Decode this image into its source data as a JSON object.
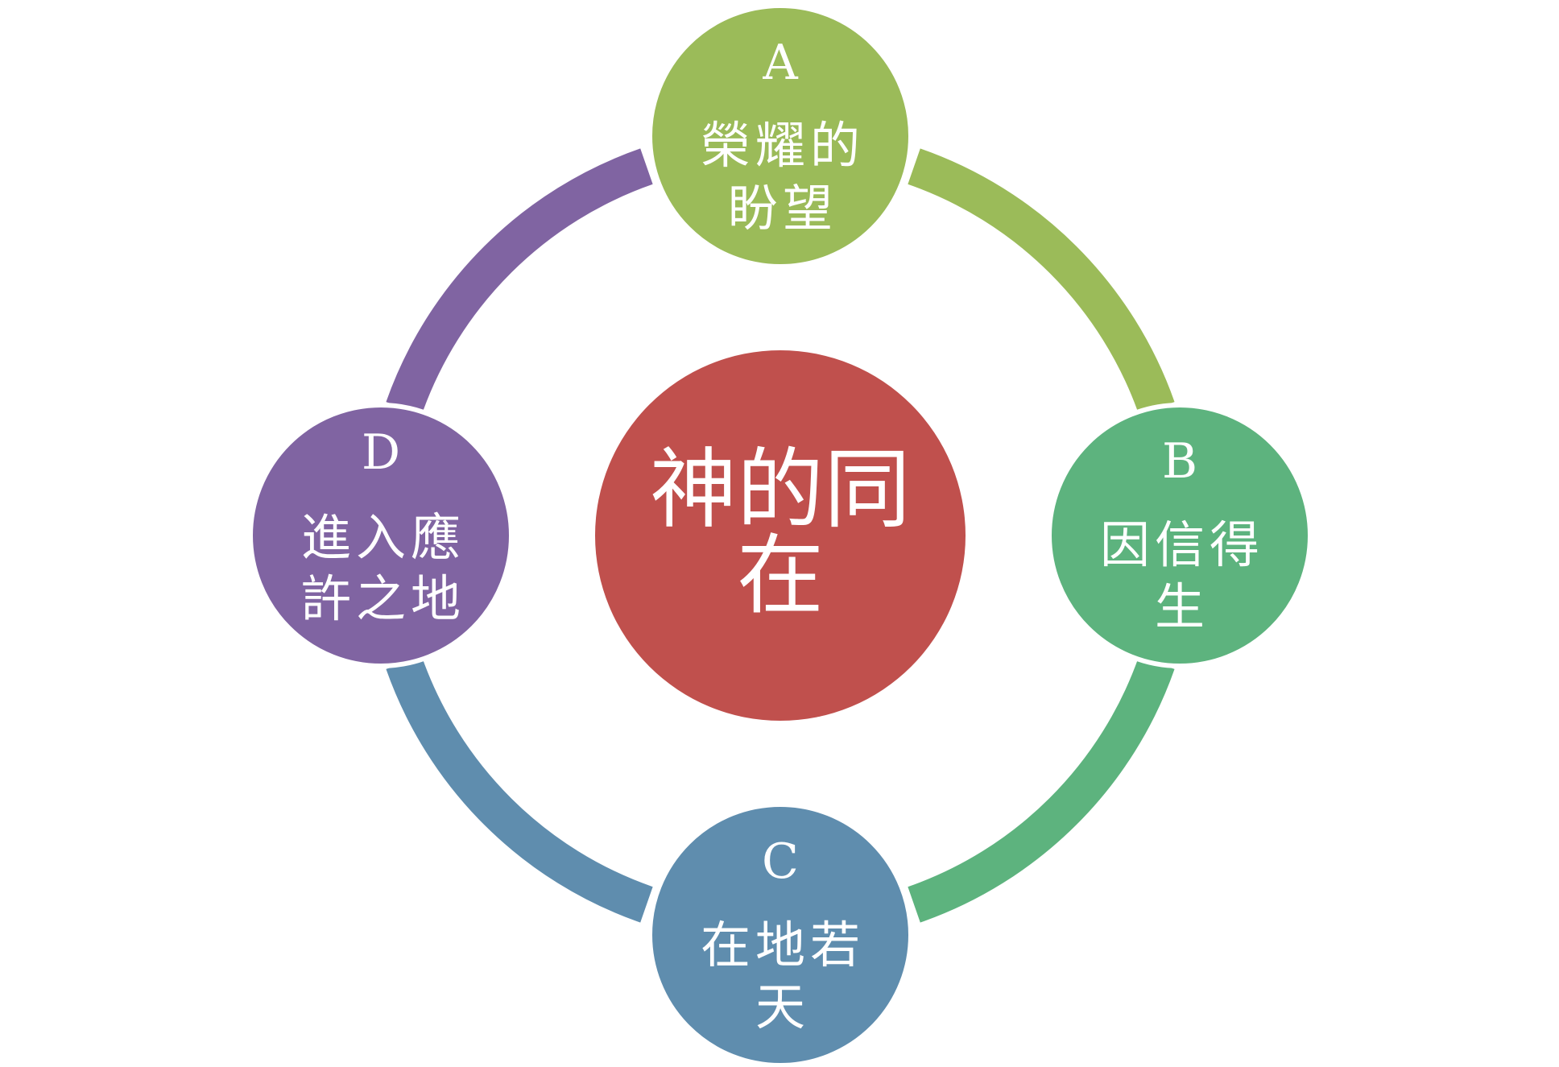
{
  "colors": {
    "a": "#9bbb59",
    "b": "#5db37e",
    "c": "#5f8dae",
    "d": "#8064a2",
    "center": "#c0504d"
  },
  "center": {
    "line1": "神的同",
    "line2": "在"
  },
  "nodes": {
    "a": {
      "letter": "A",
      "line1": "榮耀的",
      "line2": "盼望"
    },
    "b": {
      "letter": "B",
      "line1": "因信得",
      "line2": "生"
    },
    "c": {
      "letter": "C",
      "line1": "在地若",
      "line2": "天"
    },
    "d": {
      "letter": "D",
      "line1": "進入應",
      "line2": "許之地"
    }
  }
}
